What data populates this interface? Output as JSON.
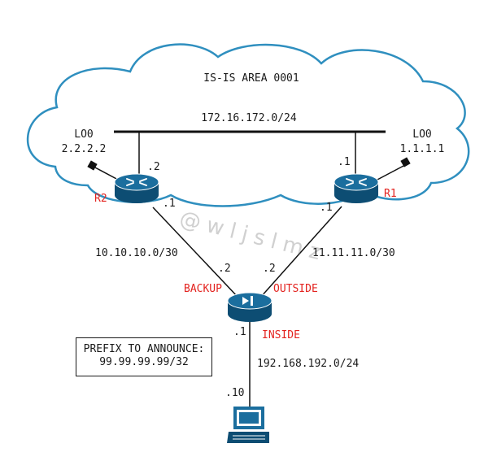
{
  "area": {
    "title": "IS-IS AREA 0001"
  },
  "lan_segment": {
    "subnet": "172.16.172.0/24"
  },
  "r2": {
    "name": "R2",
    "loopback": {
      "name": "LO0",
      "address": "2.2.2.2"
    },
    "lan_host": ".2",
    "link_host": ".1"
  },
  "r1": {
    "name": "R1",
    "loopback": {
      "name": "LO0",
      "address": "1.1.1.1"
    },
    "lan_host": ".1",
    "link_host": ".1"
  },
  "backup_link": {
    "subnet": "10.10.10.0/30",
    "fw_host": ".2",
    "interface": "BACKUP"
  },
  "outside_link": {
    "subnet": "11.11.11.0/30",
    "fw_host": ".2",
    "interface": "OUTSIDE"
  },
  "inside_link": {
    "subnet": "192.168.192.0/24",
    "fw_host": ".1",
    "interface": "INSIDE",
    "pc_host": ".10"
  },
  "prefix_box": {
    "line1": "PREFIX TO ANNOUNCE:",
    "line2": "99.99.99.99/32"
  },
  "watermark": "@wljslmz",
  "colors": {
    "device": "#1b6e9e",
    "device_dark": "#0d4d73",
    "label_red": "#e3231f",
    "cloud_stroke": "#2f8fbf"
  },
  "icons": {
    "router": "router-icon",
    "firewall": "firewall-icon",
    "pc": "pc-icon",
    "loopback": "loopback-icon"
  }
}
